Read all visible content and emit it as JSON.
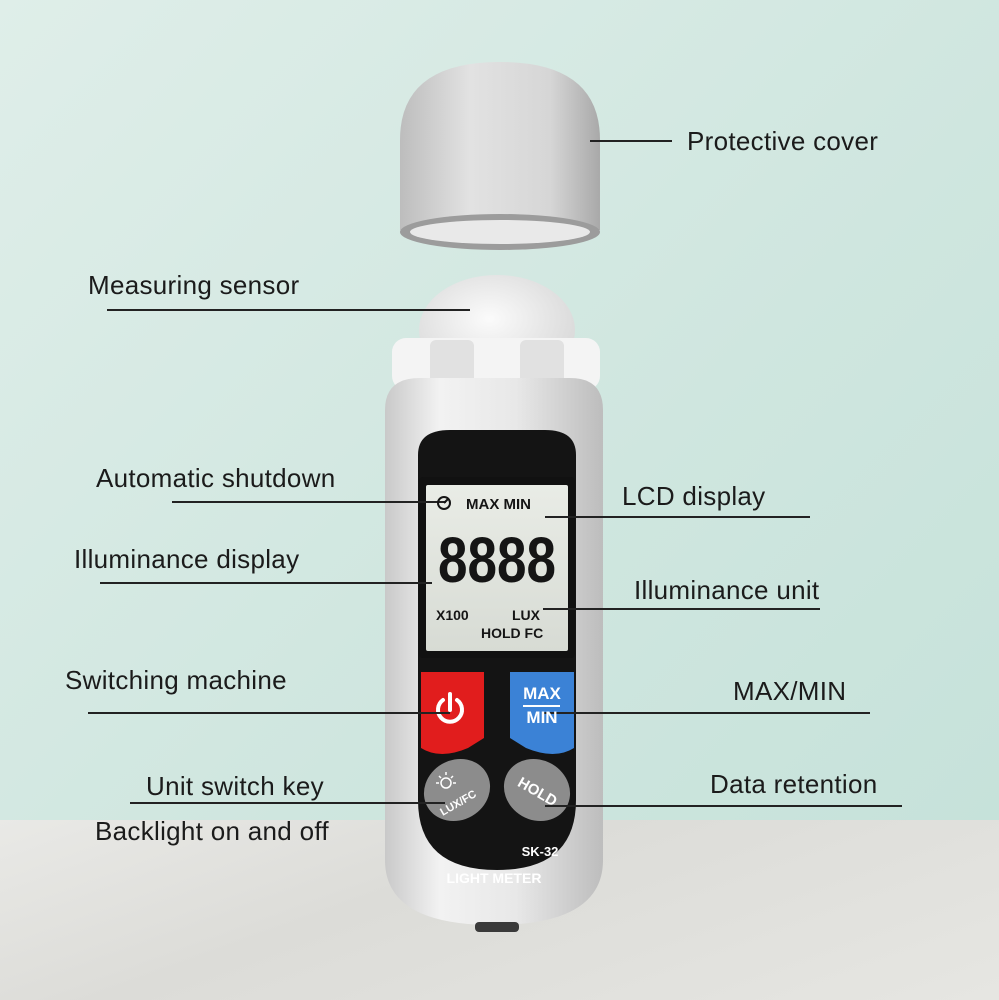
{
  "callouts": {
    "protective_cover": "Protective cover",
    "measuring_sensor": "Measuring sensor",
    "automatic_shutdown": "Automatic shutdown",
    "lcd_display": "LCD display",
    "illuminance_display": "Illuminance display",
    "illuminance_unit": "Illuminance unit",
    "switching_machine": "Switching machine",
    "max_min": "MAX/MIN",
    "unit_switch_key": "Unit switch key",
    "data_retention": "Data retention",
    "backlight": "Backlight on and off"
  },
  "device": {
    "lcd": {
      "max_min": "MAX  MIN",
      "digits": "8888",
      "x100": "X100",
      "lux": "LUX",
      "hold_fc": "HOLD  FC"
    },
    "buttons": {
      "max": "MAX",
      "min": "MIN",
      "lux_fc": "LUX/FC",
      "hold": "HOLD"
    },
    "model": "SK-32",
    "name": "LIGHT  METER"
  },
  "colors": {
    "power_red": "#e11d1d",
    "maxmin_blue": "#3b82d6",
    "body_grey": "#e4e4e4",
    "button_grey": "#8c8c8c"
  }
}
